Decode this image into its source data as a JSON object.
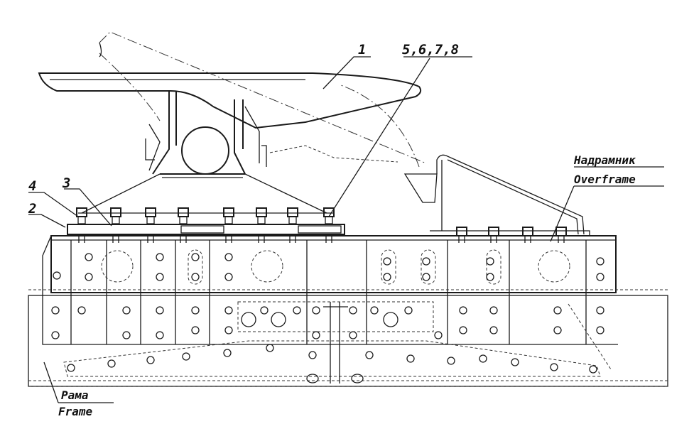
{
  "callouts": {
    "c1": "1",
    "c5678": "5,6,7,8",
    "c2": "2",
    "c3": "3",
    "c4": "4"
  },
  "labels": {
    "overframe_ru": "Надрамник",
    "overframe_en": "Overframe",
    "frame_ru": "Рама",
    "frame_en": "Frame"
  }
}
